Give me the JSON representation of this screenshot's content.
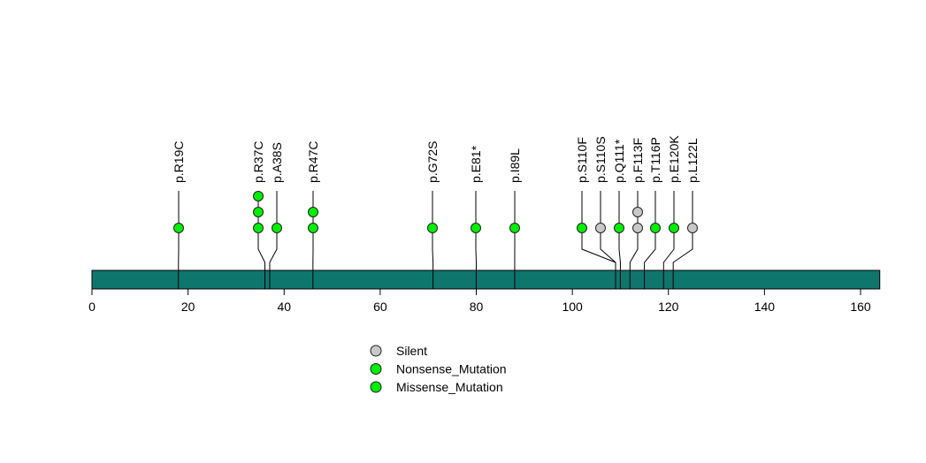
{
  "chart_data": {
    "type": "lollipop",
    "xlim": [
      0,
      164
    ],
    "xticks": [
      0,
      20,
      40,
      60,
      80,
      100,
      120,
      140,
      160
    ],
    "bar_color": "#0f766e",
    "mutations": [
      {
        "label": "p.R19C",
        "pos": 18,
        "types": [
          "Missense_Mutation"
        ]
      },
      {
        "label": "p.R37C",
        "pos": 36,
        "types": [
          "Missense_Mutation",
          "Missense_Mutation",
          "Missense_Mutation"
        ]
      },
      {
        "label": "p.A38S",
        "pos": 37,
        "types": [
          "Missense_Mutation"
        ]
      },
      {
        "label": "p.R47C",
        "pos": 46,
        "types": [
          "Missense_Mutation",
          "Missense_Mutation"
        ]
      },
      {
        "label": "p.G72S",
        "pos": 71,
        "types": [
          "Missense_Mutation"
        ]
      },
      {
        "label": "p.E81*",
        "pos": 80,
        "types": [
          "Nonsense_Mutation"
        ]
      },
      {
        "label": "p.I89L",
        "pos": 88,
        "types": [
          "Missense_Mutation"
        ]
      },
      {
        "label": "p.S110F",
        "pos": 109,
        "types": [
          "Missense_Mutation"
        ]
      },
      {
        "label": "p.S110S",
        "pos": 109,
        "types": [
          "Silent"
        ]
      },
      {
        "label": "p.Q111*",
        "pos": 110,
        "types": [
          "Nonsense_Mutation"
        ]
      },
      {
        "label": "p.F113F",
        "pos": 112,
        "types": [
          "Silent",
          "Silent"
        ]
      },
      {
        "label": "p.T116P",
        "pos": 115,
        "types": [
          "Missense_Mutation"
        ]
      },
      {
        "label": "p.E120K",
        "pos": 119,
        "types": [
          "Missense_Mutation"
        ]
      },
      {
        "label": "p.L122L",
        "pos": 121,
        "types": [
          "Silent"
        ]
      }
    ],
    "legend": [
      {
        "name": "Silent",
        "color": "#c8c8c8"
      },
      {
        "name": "Nonsense_Mutation",
        "color": "#00ee00"
      },
      {
        "name": "Missense_Mutation",
        "color": "#00ee00"
      }
    ],
    "legend_placement": "bottom-center"
  }
}
